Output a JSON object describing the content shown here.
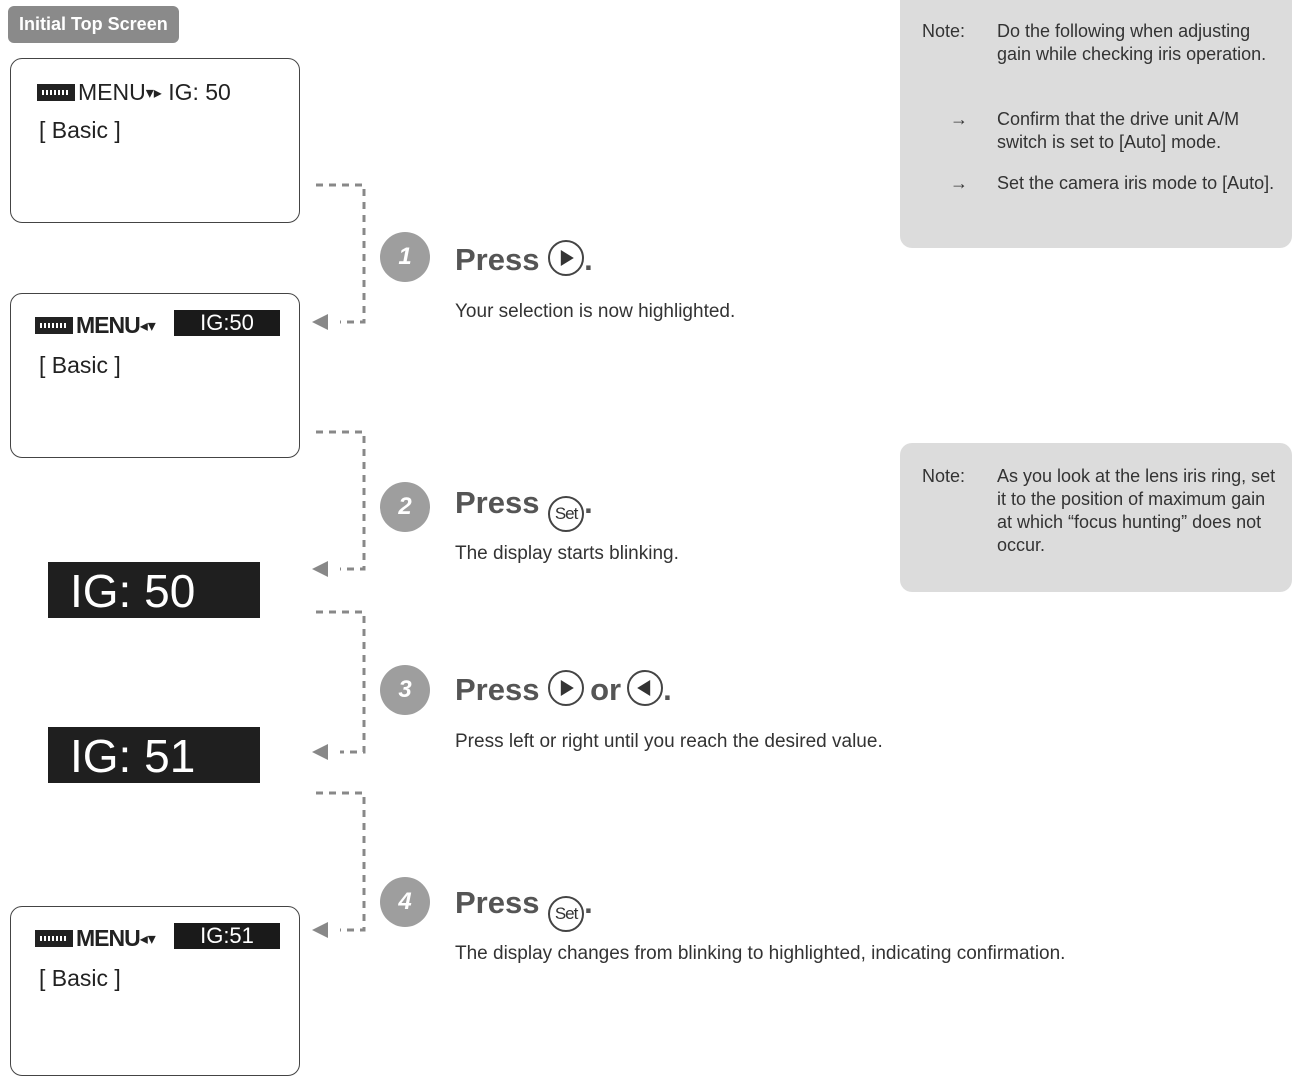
{
  "initial_label": "Initial Top Screen",
  "screens": {
    "s0": {
      "menu": "MENU",
      "value": "IG: 50",
      "sub": "[ Basic ]"
    },
    "s1": {
      "menu": "MENU",
      "value": "IG:50",
      "sub": "[ Basic ]"
    },
    "s2": {
      "value": "IG: 50"
    },
    "s3": {
      "value": "IG: 51"
    },
    "s4": {
      "menu": "MENU",
      "value": "IG:51",
      "sub": "[ Basic ]"
    }
  },
  "steps": [
    {
      "num": "1",
      "press": "Press",
      "button": "right-button",
      "desc": "Your selection is now highlighted."
    },
    {
      "num": "2",
      "press": "Press",
      "button": "Set",
      "desc": "The display starts blinking."
    },
    {
      "num": "3",
      "press": "Press",
      "or": "or",
      "button": "right-or-left-button",
      "desc": "Press left or right until you reach the desired value."
    },
    {
      "num": "4",
      "press": "Press",
      "button": "Set",
      "desc": "The display changes from blinking to highlighted, indicating confirmation."
    }
  ],
  "notes": [
    {
      "label": "Note:",
      "text": "Do the following when adjusting gain while checking iris operation.",
      "items": [
        {
          "arrow": "→",
          "text": "Confirm that the drive unit A/M switch is set to [Auto] mode."
        },
        {
          "arrow": "→",
          "text": "Set the camera iris mode to [Auto]."
        }
      ]
    },
    {
      "label": "Note:",
      "text": "As you look at the lens iris ring, set it to the position of maximum gain at which “focus hunting” does not occur."
    }
  ],
  "colors": {
    "step_circle": "#9e9e9e",
    "note_bg": "#dcdcdc",
    "tag_bg": "#8a8a8a",
    "display_bg": "#1f1f1f",
    "connector": "#888888"
  }
}
